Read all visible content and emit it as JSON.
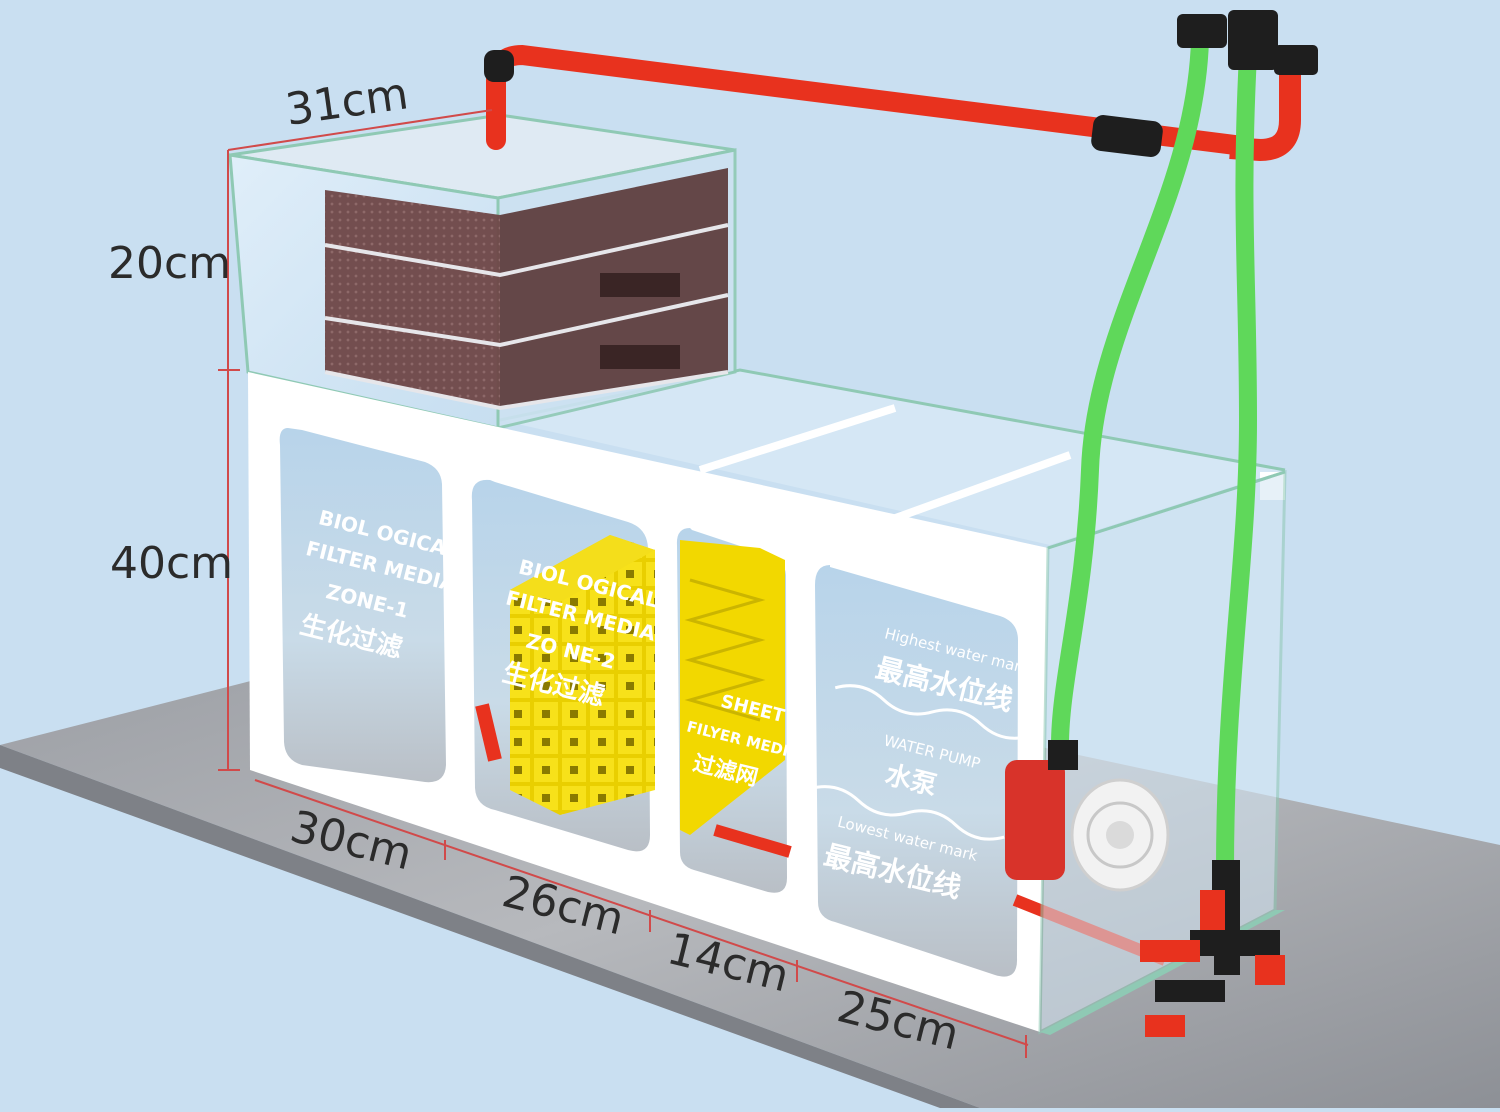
{
  "dimensions": {
    "top_width": "31cm",
    "top_height": "20cm",
    "main_height": "40cm",
    "zone1_length": "30cm",
    "zone2_length": "26cm",
    "sheet_length": "14cm",
    "pump_length": "25cm"
  },
  "zones": {
    "zone1": {
      "line1": "BIOL OGICAL",
      "line2": "FILTER MEDIA",
      "line3": "ZONE-1",
      "line4": "生化过滤"
    },
    "zone2": {
      "line1": "BIOL OGICAL",
      "line2": "FILTER MEDIA",
      "line3": "ZO NE-2",
      "line4": "生化过滤"
    },
    "sheet": {
      "line1": "SHEET",
      "line2": "FILYER MEDIA",
      "line3": "过滤网"
    },
    "pump": {
      "high_en": "Highest water mark",
      "high_cn": "最高水位线",
      "pump_en": "WATER PUMP",
      "pump_cn": "水泵",
      "low_en": "Lowest water mark",
      "low_cn": "最高水位线"
    }
  },
  "colors": {
    "background": "#c9dff1",
    "pipe_red": "#e8321e",
    "hose_green": "#5fd85a",
    "media_yellow": "#f0d600",
    "drawer_brown": "#5a3838"
  }
}
